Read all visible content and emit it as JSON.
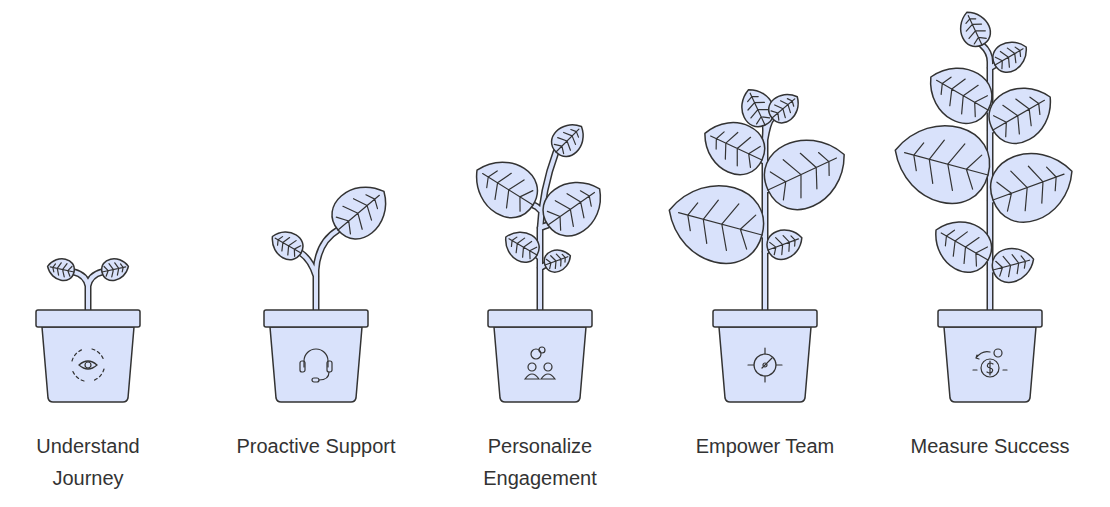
{
  "diagram": {
    "labels": [
      "Understand Journey",
      "Proactive Support",
      "Personalize Engagement",
      "Empower Team",
      "Measure Success"
    ]
  }
}
